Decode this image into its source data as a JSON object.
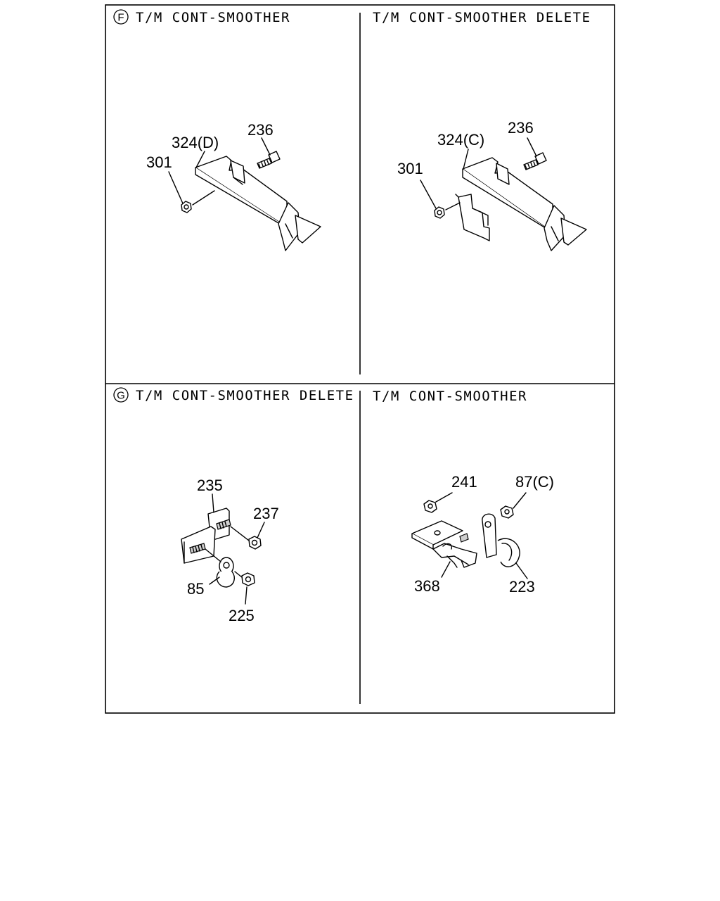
{
  "panels": {
    "f": {
      "marker": "F",
      "title": "T/M CONT-SMOOTHER"
    },
    "f_delete": {
      "title": "T/M CONT-SMOOTHER DELETE"
    },
    "g": {
      "marker": "G",
      "title": "T/M CONT-SMOOTHER DELETE"
    },
    "g_smoother": {
      "title": "T/M CONT-SMOOTHER"
    }
  },
  "callouts": {
    "f_bolt": "236",
    "f_bracket": "324(D)",
    "f_nut": "301",
    "fd_bolt": "236",
    "fd_bracket": "324(C)",
    "fd_nut": "301",
    "g_plate": "235",
    "g_nut_upper": "237",
    "g_clip": "85",
    "g_nut_lower": "225",
    "gs_nut": "241",
    "gs_nut_right": "87(C)",
    "gs_bracket": "368",
    "gs_clip": "223"
  }
}
